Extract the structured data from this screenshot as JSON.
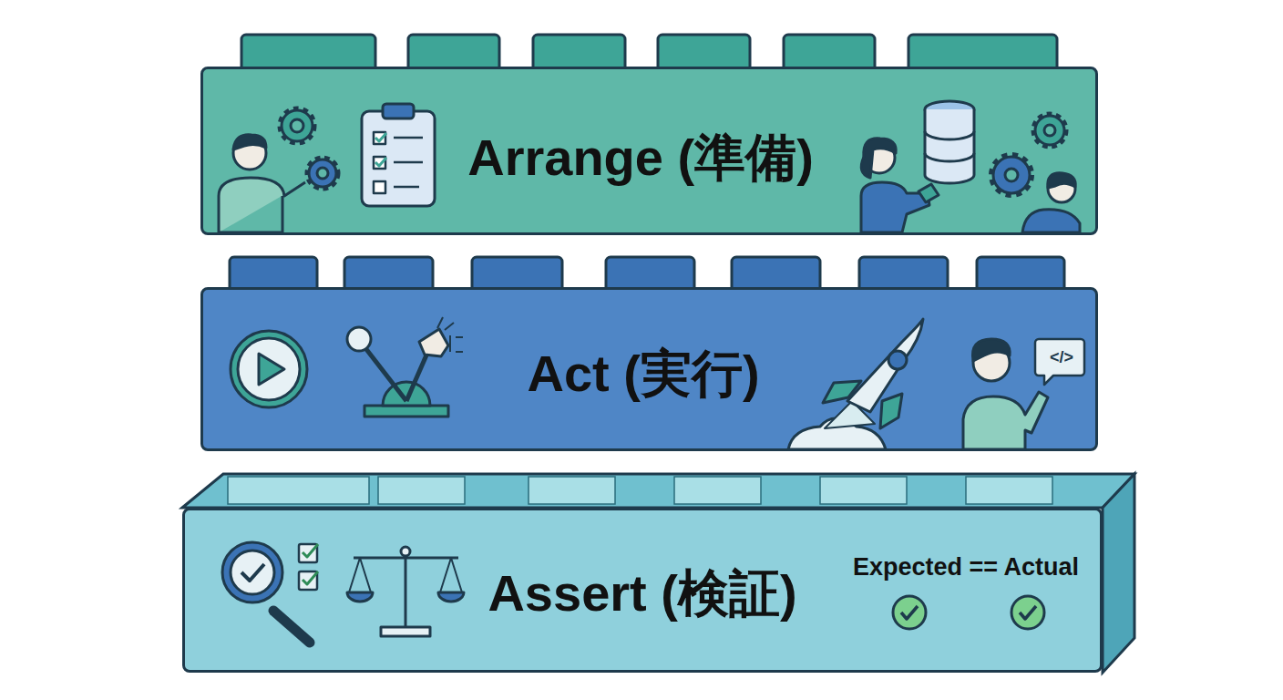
{
  "diagram": {
    "nodes": [
      {
        "text": [
          "Arrange (準備)"
        ]
      },
      {
        "text": [
          "Act (実行)"
        ]
      },
      {
        "text": [
          "Assert (検証)",
          "Expected == Actual"
        ]
      }
    ],
    "labels": [
      "</>"
    ]
  }
}
